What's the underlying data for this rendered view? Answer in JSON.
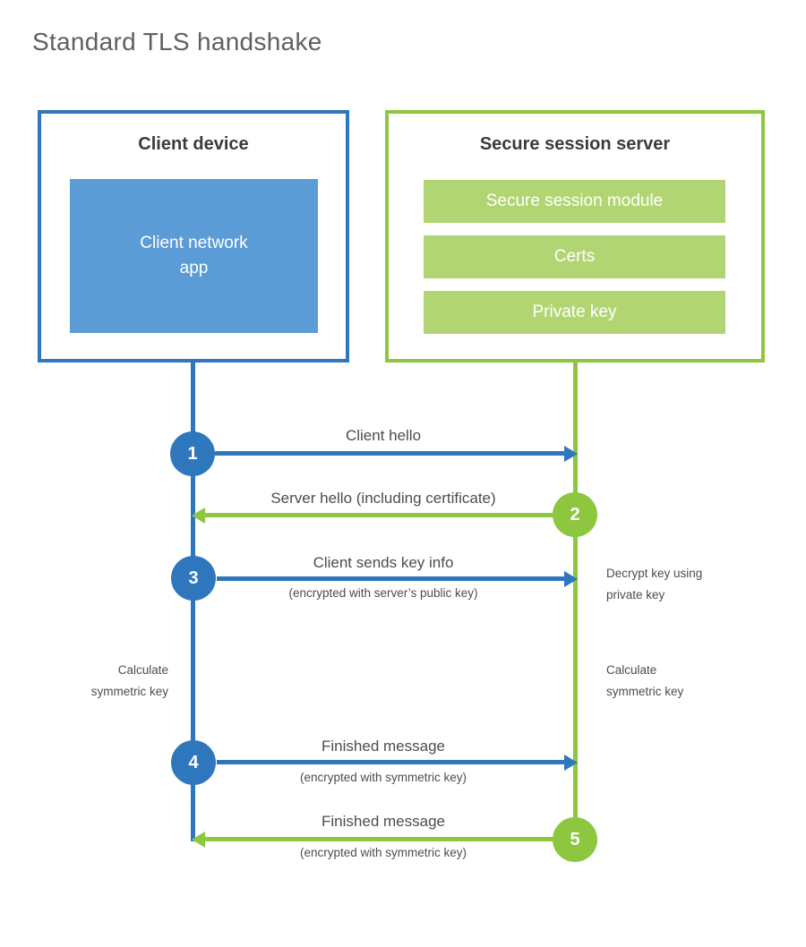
{
  "title": "Standard TLS handshake",
  "colors": {
    "blue": "#2E77BC",
    "blue_fill": "#5C9CD6",
    "green": "#8DC63F",
    "green_fill": "#B2D573",
    "title_text": "#606060",
    "heading_text": "#3B3B3B",
    "label_text": "#4D4D4D"
  },
  "client": {
    "title": "Client device",
    "app_label": "Client network\napp"
  },
  "server": {
    "title": "Secure session server",
    "modules": [
      "Secure session module",
      "Certs",
      "Private key"
    ]
  },
  "steps": [
    {
      "number": "1",
      "from": "client",
      "to": "server",
      "label": "Client hello",
      "sublabel": ""
    },
    {
      "number": "2",
      "from": "server",
      "to": "client",
      "label": "Server hello (including certificate)",
      "sublabel": ""
    },
    {
      "number": "3",
      "from": "client",
      "to": "server",
      "label": "Client sends key info",
      "sublabel": "(encrypted with server’s public key)"
    },
    {
      "number": "4",
      "from": "client",
      "to": "server",
      "label": "Finished message",
      "sublabel": "(encrypted with symmetric key)"
    },
    {
      "number": "5",
      "from": "server",
      "to": "client",
      "label": "Finished message",
      "sublabel": "(encrypted with symmetric key)"
    }
  ],
  "annotations": {
    "decrypt_key": "Decrypt key using\nprivate key",
    "calculate_left": "Calculate\nsymmetric key",
    "calculate_right": "Calculate\nsymmetric key"
  }
}
